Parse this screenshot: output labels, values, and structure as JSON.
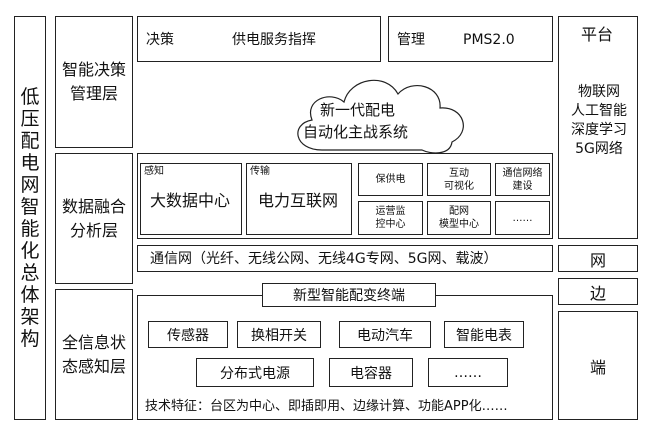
{
  "left_column": {
    "title_chars": [
      "低",
      "压",
      "配",
      "电",
      "网",
      "智",
      "能",
      "化",
      "总",
      "体",
      "架",
      "构"
    ]
  },
  "layers": {
    "decision": {
      "line1": "智能决策",
      "line2": "管理层"
    },
    "data": {
      "line1": "数据融合",
      "line2": "分析层"
    },
    "sense": {
      "line1": "全信息状",
      "line2": "态感知层"
    }
  },
  "decision_boxes": {
    "left": {
      "label": "决策",
      "title": "供电服务指挥"
    },
    "right": {
      "label": "管理",
      "title": "PMS2.0"
    }
  },
  "cloud": {
    "line1": "新一代配电",
    "line2": "自动化主战系统"
  },
  "data_layer": {
    "perception": {
      "label": "感知",
      "title": "大数据中心"
    },
    "transmission": {
      "label": "传输",
      "title": "电力互联网"
    },
    "apps": [
      {
        "line1": "保供电",
        "line2": ""
      },
      {
        "line1": "互动",
        "line2": "可视化"
      },
      {
        "line1": "通信网络",
        "line2": "建设"
      },
      {
        "line1": "运营监",
        "line2": "控中心"
      },
      {
        "line1": "配网",
        "line2": "模型中心"
      },
      {
        "line1": "……",
        "line2": ""
      }
    ]
  },
  "network_bar": "通信网（光纤、无线公网、无线4G专网、5G网、载波）",
  "terminal": {
    "title": "新型智能配变终端",
    "row1": [
      "传感器",
      "换相开关",
      "电动汽车",
      "智能电表"
    ],
    "row2": [
      "分布式电源",
      "电容器",
      "……"
    ],
    "tech": "技术特征：台区为中心、即插即用、边缘计算、功能APP化……"
  },
  "right_column": {
    "platform_title": "平台",
    "platform_items": [
      "物联网",
      "人工智能",
      "深度学习",
      "5G网络"
    ],
    "net": "网",
    "edge": "边",
    "end": "端"
  }
}
